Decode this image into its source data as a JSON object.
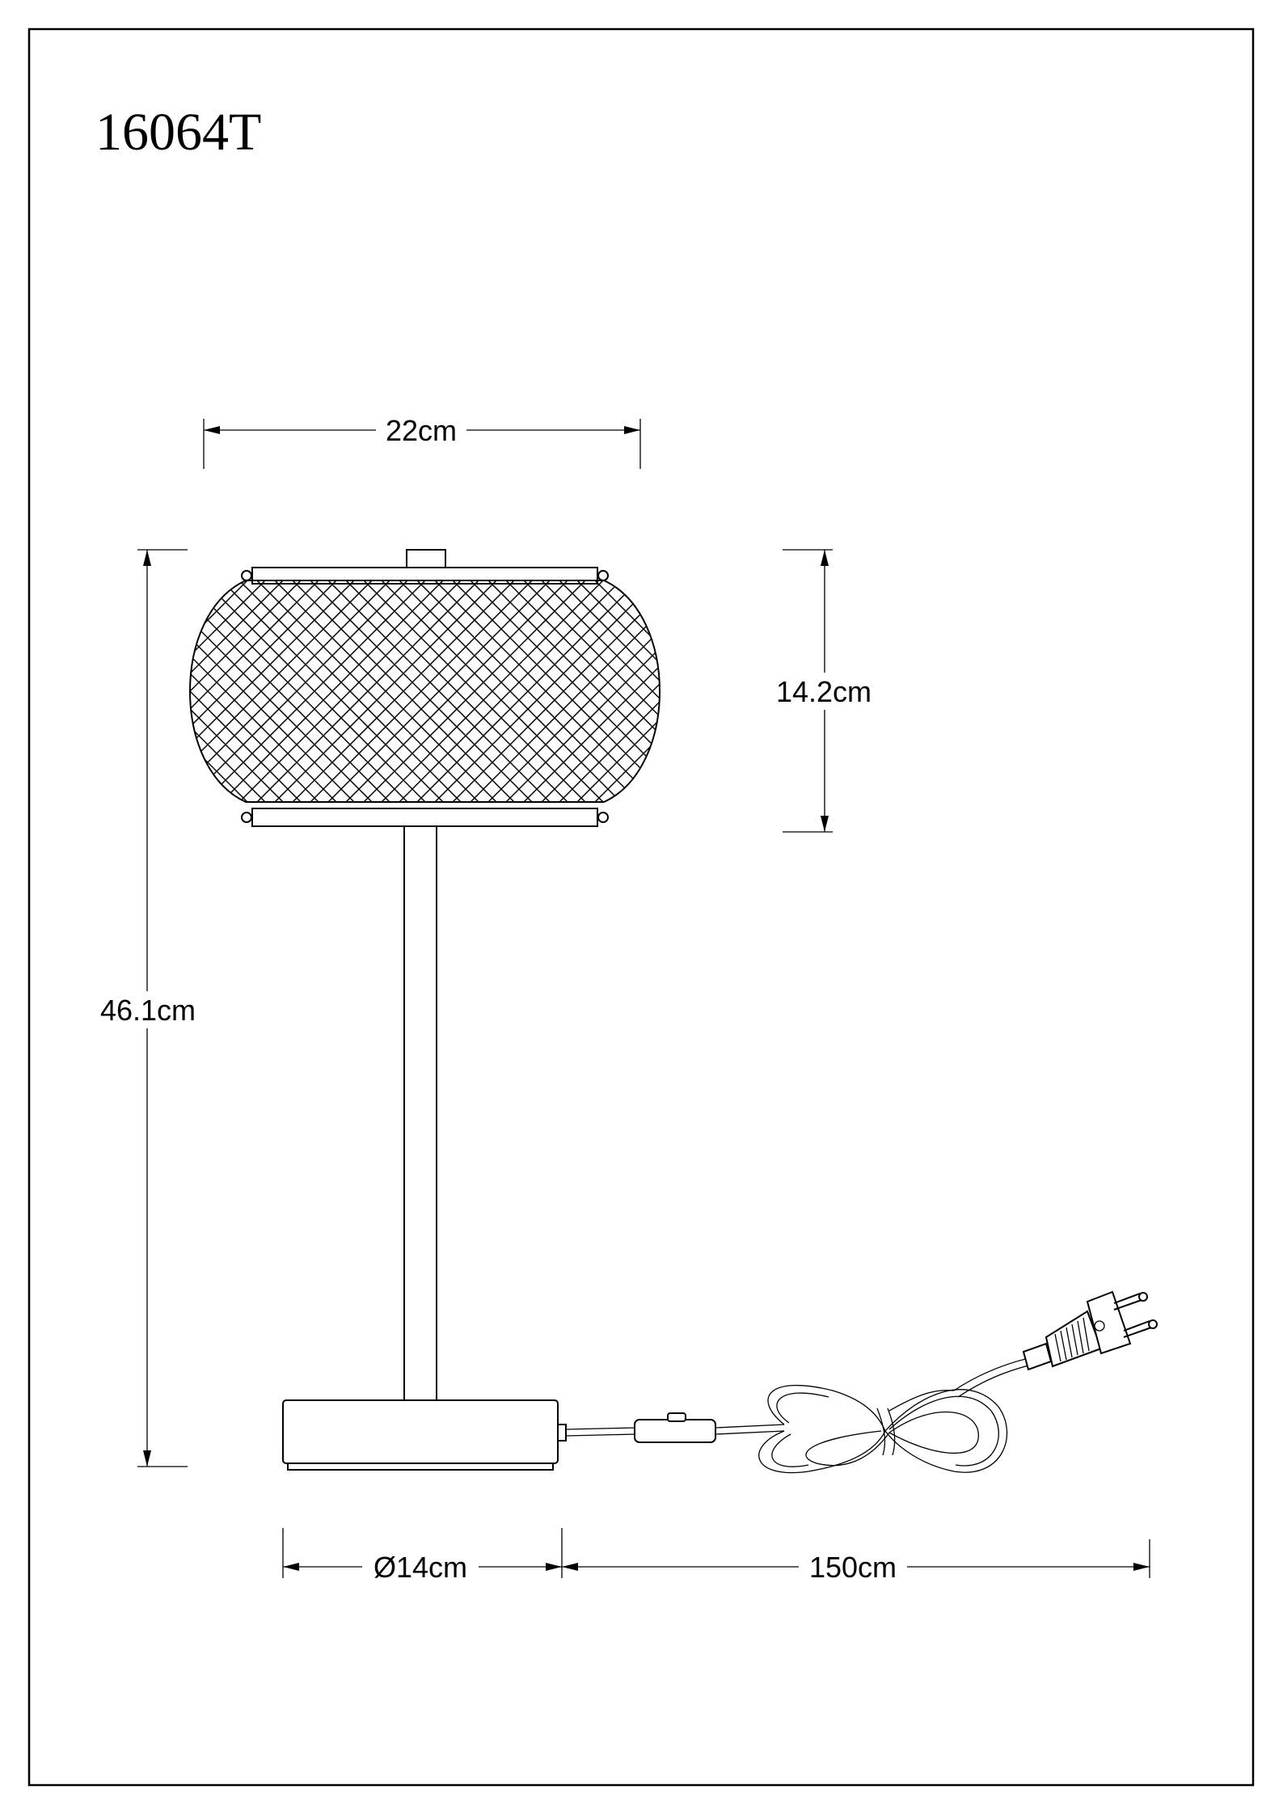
{
  "drawing": {
    "model_code": "16064T",
    "dimensions": {
      "shade_width": "22cm",
      "shade_height": "14.2cm",
      "total_height": "46.1cm",
      "base_diameter": "Ø14cm",
      "cable_length": "150cm"
    }
  }
}
